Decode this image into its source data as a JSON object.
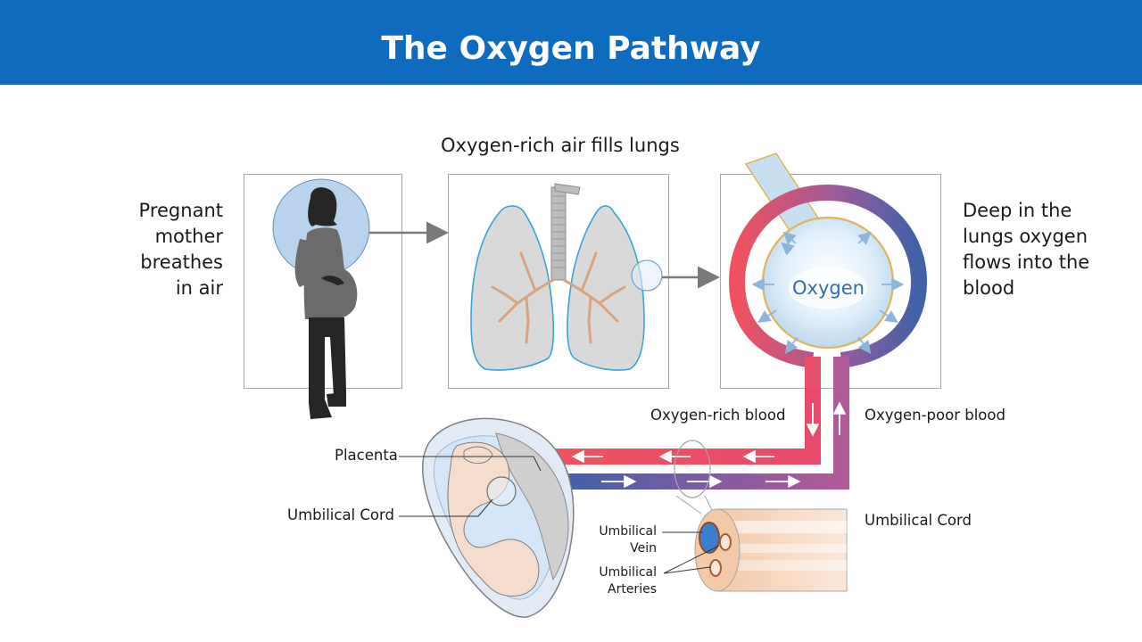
{
  "header": {
    "title": "The Oxygen Pathway"
  },
  "labels": {
    "lungs_caption": "Oxygen-rich air fills lungs",
    "mother_line1": "Pregnant",
    "mother_line2": "mother",
    "mother_line3": "breathes",
    "mother_line4": "in air",
    "deep_line1": "Deep in the",
    "deep_line2": "lungs oxygen",
    "deep_line3": "flows into the",
    "deep_line4": "blood",
    "oxygen": "Oxygen",
    "oxygen_rich_blood": "Oxygen-rich blood",
    "oxygen_poor_blood": "Oxygen-poor blood",
    "placenta": "Placenta",
    "umbilical_cord_left": "Umbilical Cord",
    "umbilical_cord_right": "Umbilical Cord",
    "umbilical_vein_line1": "Umbilical",
    "umbilical_vein_line2": "Vein",
    "umbilical_arteries_line1": "Umbilical",
    "umbilical_arteries_line2": "Arteries"
  },
  "colors": {
    "header": "#0f6bbd",
    "oxygen_rich": "#f0525f",
    "oxygen_poor": "#3f62a8",
    "mixed": "#a05a9a",
    "panel_border": "#a6a6a6",
    "silhouette": "#262626"
  }
}
